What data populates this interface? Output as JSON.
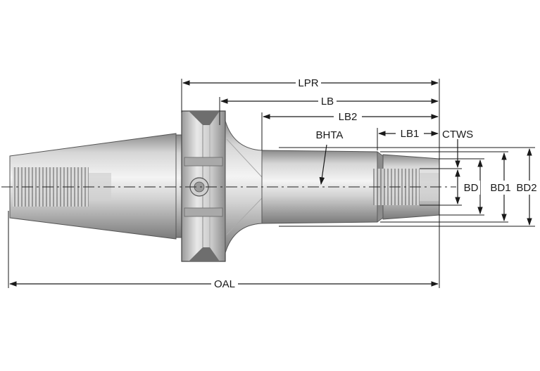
{
  "diagram": {
    "labels": {
      "lpr": "LPR",
      "lb": "LB",
      "lb2": "LB2",
      "lb1": "LB1",
      "ctws": "CTWS",
      "bhta": "BHTA",
      "bd": "BD",
      "bd1": "BD1",
      "bd2": "BD2",
      "oal": "OAL"
    },
    "colors": {
      "line": "#1a1a1a",
      "metal_light": "#eeeeee",
      "metal_mid": "#c4c4c4",
      "metal_dark": "#7d7d7d",
      "thread": "#9a9a9a"
    }
  }
}
